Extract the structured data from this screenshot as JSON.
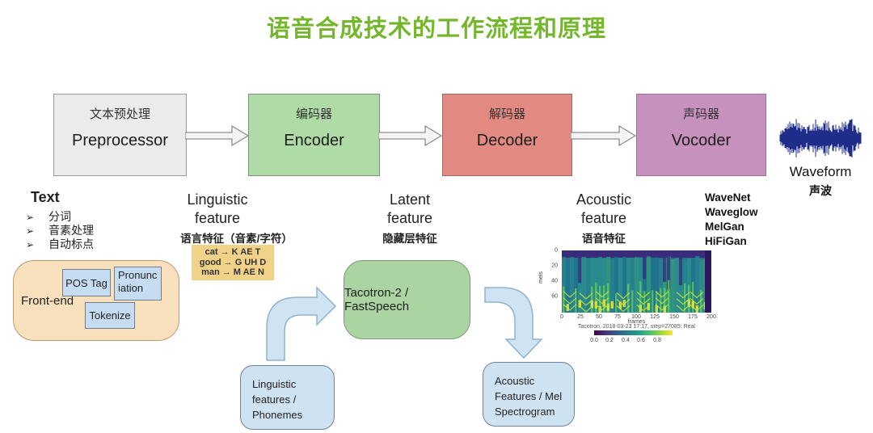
{
  "slide": {
    "title": "语音合成技术的工作流程和原理",
    "title_color": "#74b72b",
    "background": "#ffffff"
  },
  "pipeline": {
    "stages": [
      {
        "zh": "文本预处理",
        "en": "Preprocessor",
        "fill": "#ebebeb",
        "border": "#9a9a9a"
      },
      {
        "zh": "编码器",
        "en": "Encoder",
        "fill": "#aedba6",
        "border": "#7f8f7c"
      },
      {
        "zh": "解码器",
        "en": "Decoder",
        "fill": "#e28a82",
        "border": "#9a6a66"
      },
      {
        "zh": "声码器",
        "en": "Vocoder",
        "fill": "#c791bd",
        "border": "#97719a"
      }
    ],
    "output": {
      "en": "Waveform",
      "zh": "声波",
      "wave_color": "#1f2d8a"
    }
  },
  "annotations": {
    "text": {
      "heading": "Text",
      "bullet_glyph": "➢",
      "bullets": [
        "分词",
        "音素处理",
        "自动标点"
      ]
    },
    "linguistic": {
      "line1": "Linguistic",
      "line2": "feature",
      "zh": "语言特征（音素/字符）",
      "examples": [
        "cat → K AE T",
        "good → G UH D",
        "man → M AE N"
      ],
      "examples_bg": "#f2d288"
    },
    "latent": {
      "line1": "Latent",
      "line2": "feature",
      "zh": "隐藏层特征"
    },
    "acoustic": {
      "line1": "Acoustic",
      "line2": "feature",
      "zh": "语音特征"
    },
    "vocoder_models": [
      "WaveNet",
      "Waveglow",
      "MelGan",
      "HiFiGan"
    ]
  },
  "frontend": {
    "label": "Front-end",
    "modules": [
      "POS Tag",
      "Pronunciation",
      "Tokenize"
    ],
    "fill": "#f9e0bd",
    "border": "#b99b72",
    "module_fill": "#c5dcf2",
    "module_border": "#6f7f8e"
  },
  "acoustic_model": {
    "label": "Tacotron-2 / FastSpeech",
    "fill": "#abd4a2",
    "border": "#7a9a76"
  },
  "io_boxes": {
    "input_lines": [
      "Linguistic",
      "features /",
      "Phonemes"
    ],
    "output_lines": [
      "Acoustic",
      "Features / Mel",
      "Spectrogram"
    ],
    "fill": "#cfe2f1",
    "border": "#6f8398",
    "arrow_fill": "#cfe3f3",
    "arrow_border": "#90b2cc"
  },
  "chart_data": {
    "type": "heatmap",
    "title": "Tacotron, 2018-03-23 17:17, step=27085: Real",
    "xlabel": "frames",
    "ylabel": "mels",
    "xlim": [
      0,
      200
    ],
    "ylim": [
      0,
      80
    ],
    "x_ticks": [
      "0",
      "25",
      "50",
      "75",
      "100",
      "125",
      "150",
      "175",
      "200"
    ],
    "y_ticks": [
      "0",
      "20",
      "40",
      "60"
    ],
    "colormap": "viridis",
    "colorbar_ticks": [
      "0.0",
      "0.2",
      "0.4",
      "0.6",
      "0.8"
    ],
    "description": "Predicted mel spectrogram: teal/green energy field with bright yellow-green harmonic chevrons in the lower half, dark purple band along the top and a dark purple column at the right edge"
  }
}
